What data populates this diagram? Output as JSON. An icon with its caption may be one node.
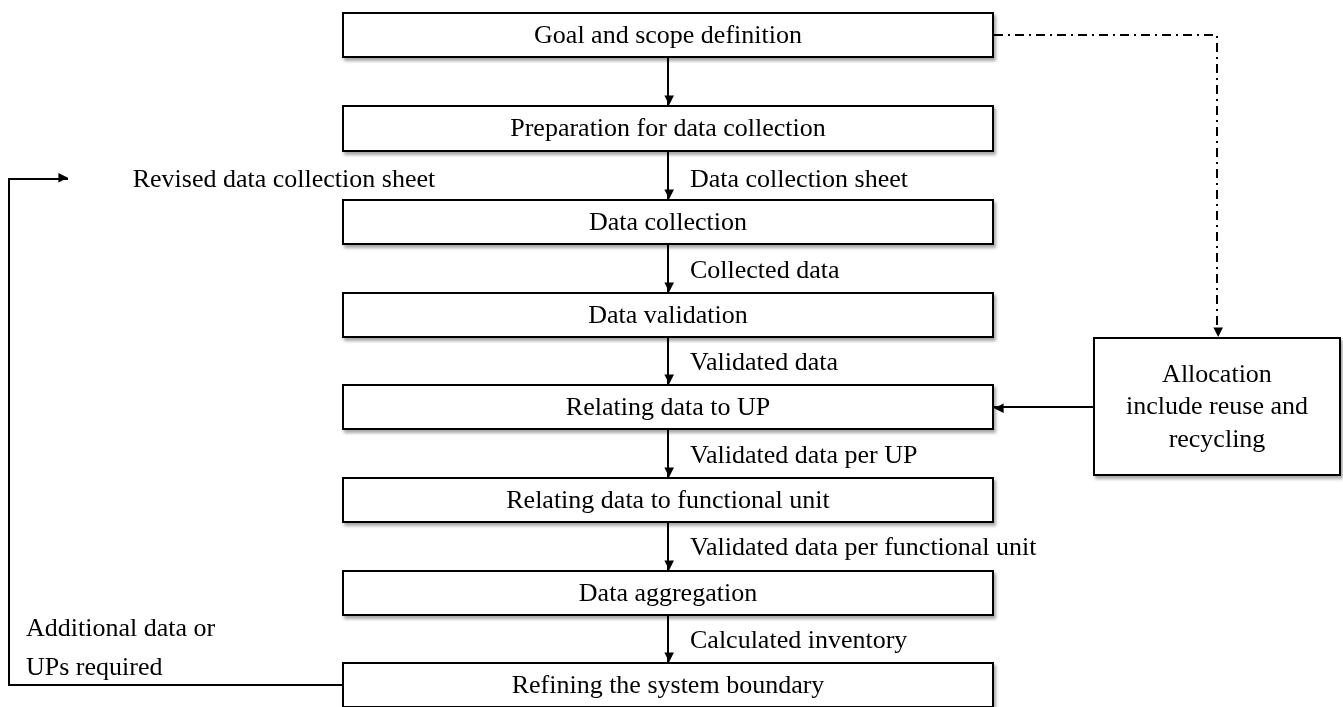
{
  "diagram": {
    "nodes": [
      {
        "text": [
          "Goal and scope definition"
        ]
      },
      {
        "text": [
          "Preparation for data collection"
        ]
      },
      {
        "text": [
          "Data collection"
        ]
      },
      {
        "text": [
          "Data validation"
        ]
      },
      {
        "text": [
          "Relating data to UP"
        ]
      },
      {
        "text": [
          "Relating data to functional unit"
        ]
      },
      {
        "text": [
          "Data aggregation"
        ]
      },
      {
        "text": [
          "Refining the system boundary"
        ]
      },
      {
        "text": [
          "Allocation include reuse and recycling"
        ]
      },
      {
        "text": [
          "Revised data collection sheet"
        ]
      }
    ],
    "edges": [
      {
        "from": 0,
        "to": 1,
        "arrow": "to"
      },
      {
        "from": 1,
        "to": 2,
        "arrow": "to",
        "label": "Data collection sheet"
      },
      {
        "from": 2,
        "to": 3,
        "arrow": "to",
        "label": "Collected data"
      },
      {
        "from": 3,
        "to": 4,
        "arrow": "to",
        "label": "Validated data"
      },
      {
        "from": 4,
        "to": 5,
        "arrow": "to",
        "label": "Validated data per UP"
      },
      {
        "from": 5,
        "to": 6,
        "arrow": "to",
        "label": "Validated data per functional unit"
      },
      {
        "from": 6,
        "to": 7,
        "arrow": "to",
        "label": "Calculated inventory"
      },
      {
        "from": 0,
        "to": 8,
        "arrow": "to",
        "style": "dashed"
      },
      {
        "from": 8,
        "to": 4,
        "arrow": "to"
      },
      {
        "from": 7,
        "to": 9,
        "arrow": "to",
        "label": "Additional data or UPs required"
      }
    ]
  }
}
